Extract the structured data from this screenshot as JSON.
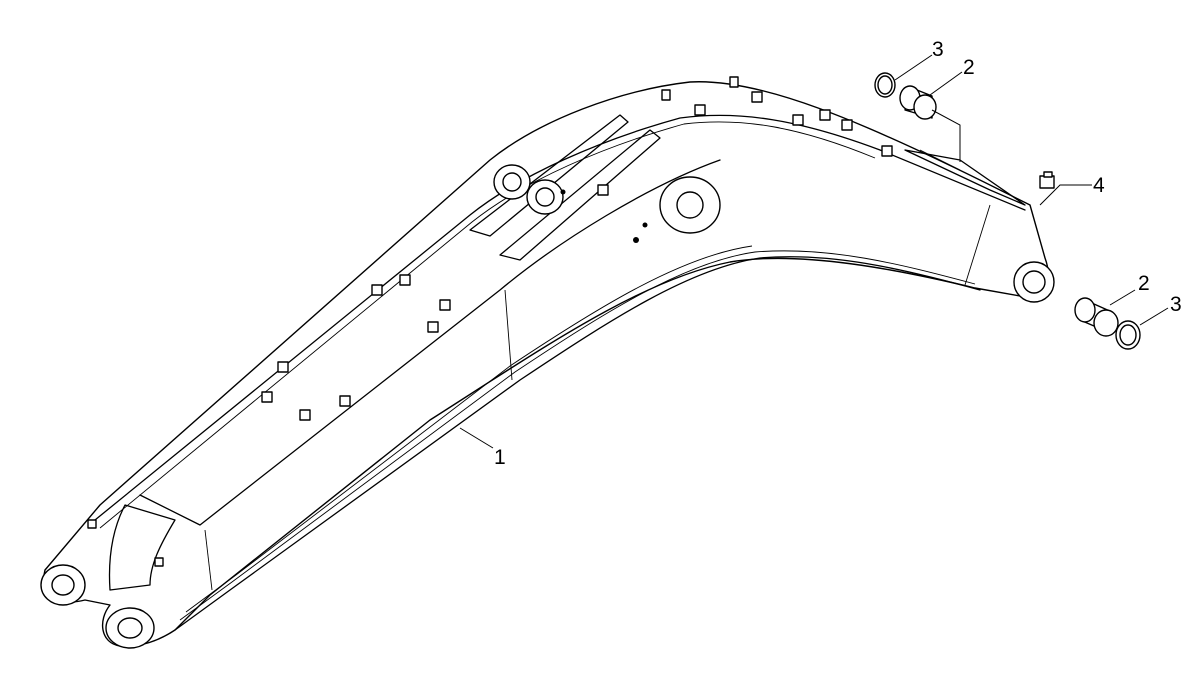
{
  "callouts": {
    "boom_body": "1",
    "bushing_top": "2",
    "ring_top": "3",
    "grease_fitting": "4",
    "bushing_bottom": "2",
    "ring_bottom": "3"
  }
}
